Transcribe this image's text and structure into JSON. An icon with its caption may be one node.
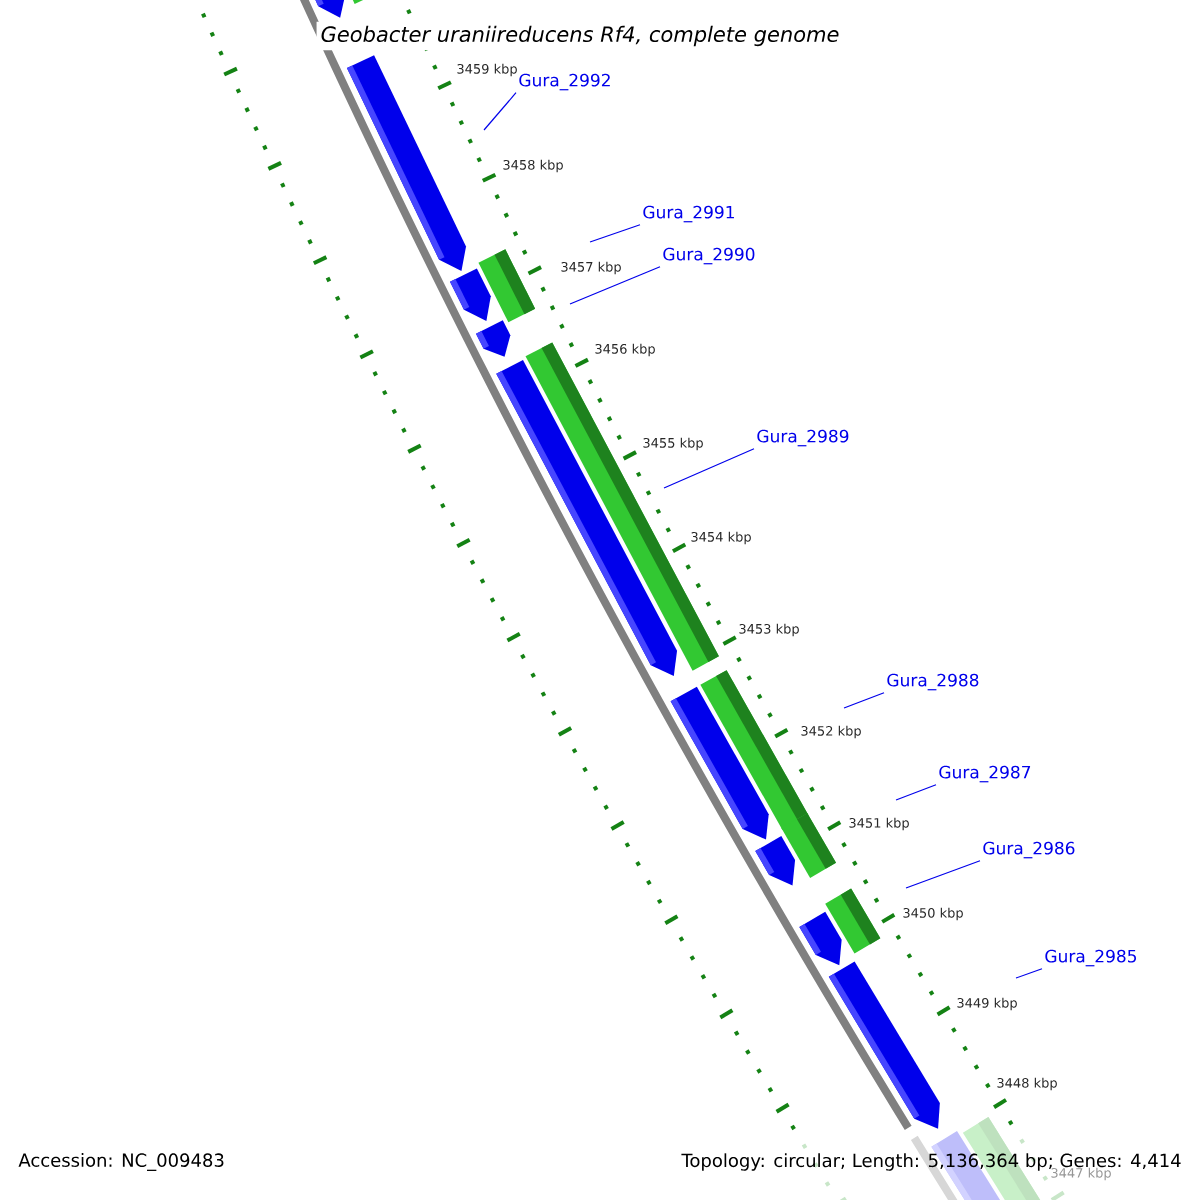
{
  "diagram": {
    "title": "Geobacter uraniireducens Rf4, complete genome",
    "nodes": [
      {
        "text": [
          "Gura_2992"
        ]
      },
      {
        "text": [
          "Gura_2991"
        ]
      },
      {
        "text": [
          "Gura_2990"
        ]
      },
      {
        "text": [
          "Gura_2989"
        ]
      },
      {
        "text": [
          "Gura_2988"
        ]
      },
      {
        "text": [
          "Gura_2987"
        ]
      },
      {
        "text": [
          "Gura_2986"
        ]
      },
      {
        "text": [
          "Gura_2985"
        ]
      }
    ],
    "edges": [
      {
        "from": 0,
        "to": null,
        "arrow": "none"
      },
      {
        "from": 1,
        "to": null,
        "arrow": "none"
      },
      {
        "from": 2,
        "to": null,
        "arrow": "none"
      },
      {
        "from": 3,
        "to": null,
        "arrow": "none"
      },
      {
        "from": 4,
        "to": null,
        "arrow": "none"
      },
      {
        "from": 5,
        "to": null,
        "arrow": "none"
      },
      {
        "from": 6,
        "to": null,
        "arrow": "none"
      },
      {
        "from": 7,
        "to": null,
        "arrow": "none"
      }
    ],
    "labels": [
      "3459 kbp",
      "3458 kbp",
      "3457 kbp",
      "3456 kbp",
      "3455 kbp",
      "3454 kbp",
      "3453 kbp",
      "3452 kbp",
      "3451 kbp",
      "3450 kbp",
      "3449 kbp",
      "3448 kbp",
      "3447 kbp",
      "Accession: NC_009483",
      "Topology: circular; Length: 5,136,364 bp; Genes: 4,414"
    ]
  }
}
